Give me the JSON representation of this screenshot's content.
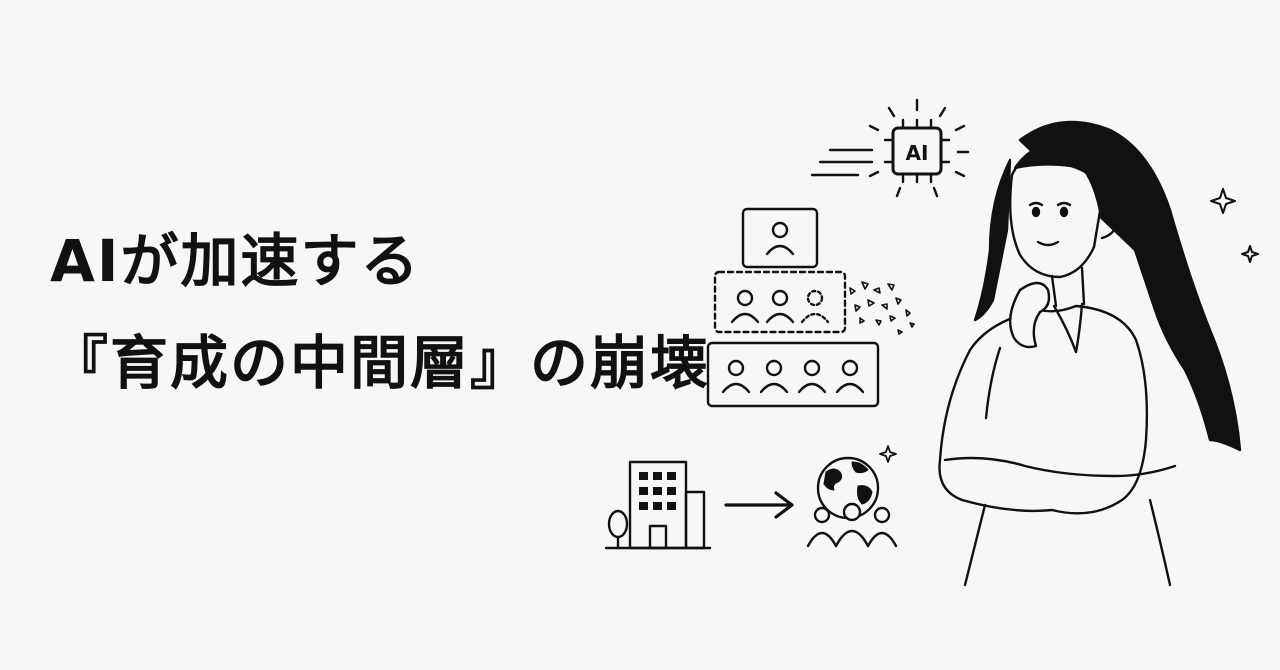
{
  "headline": {
    "line1": "AIが加速する",
    "line2": "『育成の中間層』の崩壊"
  },
  "illustration": {
    "chip_label": "AI",
    "icons": [
      "ai-chip-icon",
      "org-pyramid-icon",
      "office-building-icon",
      "arrow-right-icon",
      "globe-people-icon",
      "thinking-woman-illustration",
      "sparkle-icon"
    ]
  },
  "colors": {
    "background": "#f7f7f7",
    "ink": "#111111"
  }
}
